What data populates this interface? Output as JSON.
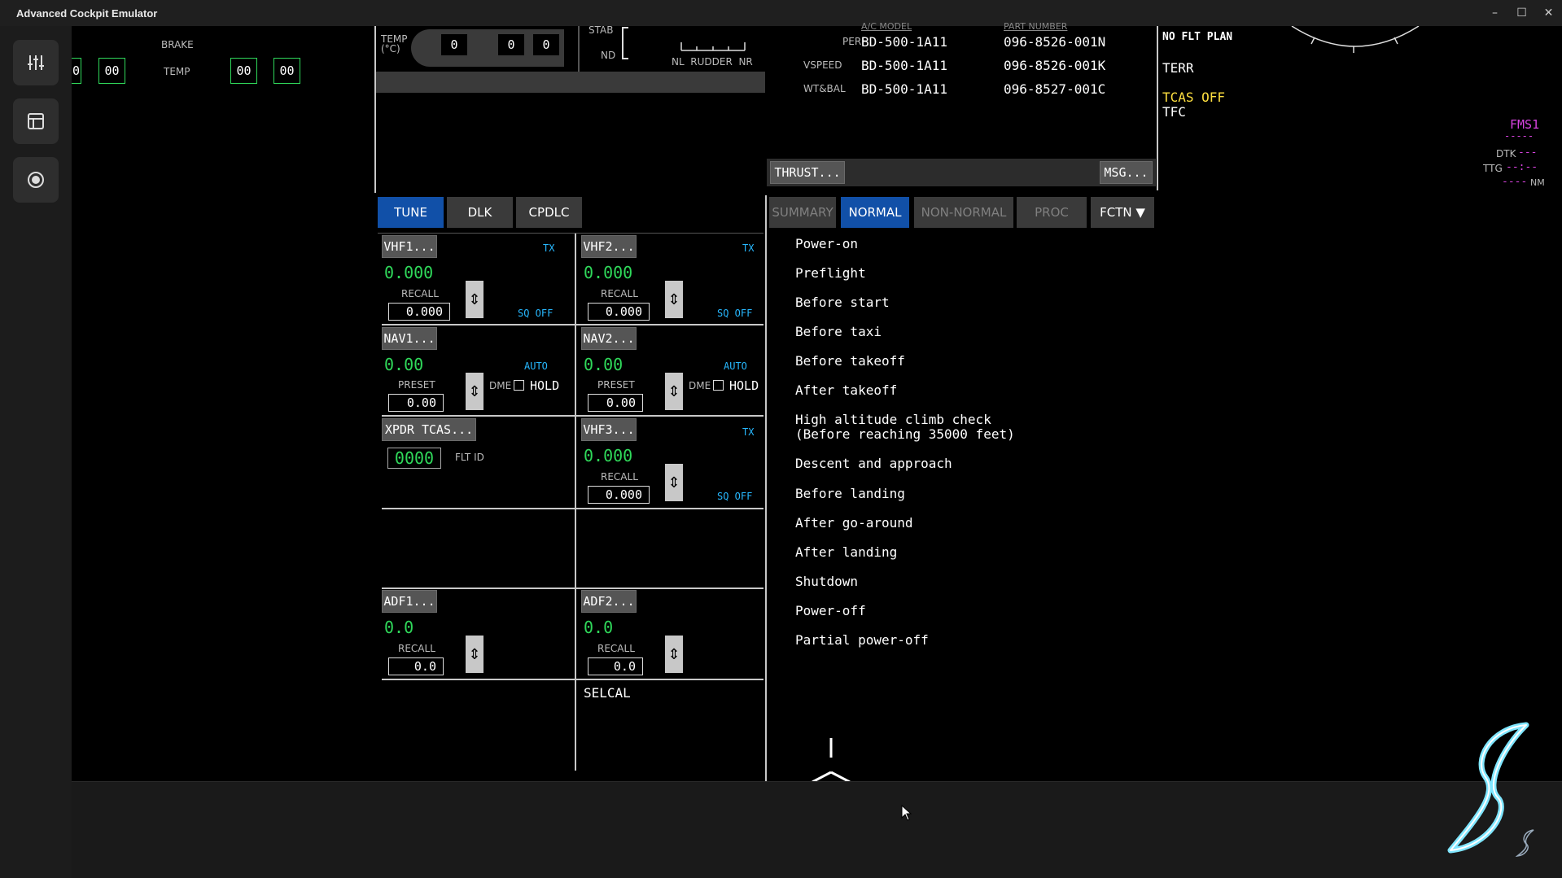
{
  "window": {
    "title": "Advanced Cockpit Emulator",
    "min": "–",
    "max": "☐",
    "close": "✕"
  },
  "rail": {
    "items": [
      "sliders-icon",
      "layout-icon",
      "record-icon"
    ]
  },
  "top_left": {
    "brake_label": "BRAKE",
    "temp_label": "TEMP",
    "values": [
      "0",
      "00",
      "00",
      "00"
    ]
  },
  "engine": {
    "temp_label": "TEMP\n(°C)",
    "temp_values": [
      "0",
      "0",
      "0"
    ],
    "stab_label": "STAB",
    "nd_label": "ND",
    "rudder_label": "NL  RUDDER  NR"
  },
  "parts": {
    "header_model": "A/C MODEL",
    "header_part": "PART NUMBER",
    "rows": [
      {
        "name": "PERF",
        "model": "BD-500-1A11",
        "part": "096-8526-001N"
      },
      {
        "name": "VSPEED",
        "model": "BD-500-1A11",
        "part": "096-8526-001K"
      },
      {
        "name": "WT&BAL",
        "model": "BD-500-1A11",
        "part": "096-8527-001C"
      }
    ],
    "thrust_btn": "THRUST...",
    "msg_btn": "MSG..."
  },
  "nav_display": {
    "no_flt_plan": "NO FLT PLAN",
    "terr": "TERR",
    "tcas_off": "TCAS OFF",
    "tfc": "TFC",
    "fms": "FMS1",
    "fms_dash": "-----",
    "dtk": "DTK",
    "dtk_val": "---",
    "ttg": "TTG",
    "ttg_val": "--:--",
    "nm_val": "----",
    "nm": "NM"
  },
  "radio": {
    "tabs": [
      "TUNE",
      "DLK",
      "CPDLC"
    ],
    "vhf1": {
      "label": "VHF1...",
      "tx": "TX",
      "freq": "0.000",
      "recall": "RECALL",
      "recall_val": "0.000",
      "sq": "SQ OFF"
    },
    "vhf2": {
      "label": "VHF2...",
      "tx": "TX",
      "freq": "0.000",
      "recall": "RECALL",
      "recall_val": "0.000",
      "sq": "SQ OFF"
    },
    "nav1": {
      "label": "NAV1...",
      "auto": "AUTO",
      "freq": "0.00",
      "preset": "PRESET",
      "preset_val": "0.00",
      "dme": "DME",
      "hold": "HOLD"
    },
    "nav2": {
      "label": "NAV2...",
      "auto": "AUTO",
      "freq": "0.00",
      "preset": "PRESET",
      "preset_val": "0.00",
      "dme": "DME",
      "hold": "HOLD"
    },
    "xpdr": {
      "label": "XPDR TCAS...",
      "code": "0000",
      "flt_id": "FLT ID"
    },
    "vhf3": {
      "label": "VHF3...",
      "tx": "TX",
      "freq": "0.000",
      "recall": "RECALL",
      "recall_val": "0.000",
      "sq": "SQ OFF"
    },
    "adf1": {
      "label": "ADF1...",
      "freq": "0.0",
      "recall": "RECALL",
      "recall_val": "0.0"
    },
    "adf2": {
      "label": "ADF2...",
      "freq": "0.0",
      "recall": "RECALL",
      "recall_val": "0.0"
    },
    "selcal": "SELCAL"
  },
  "checklist": {
    "tabs": [
      "SUMMARY",
      "NORMAL",
      "NON-NORMAL",
      "PROC",
      "FCTN ▼"
    ],
    "items": [
      "Power-on",
      "Preflight",
      "Before start",
      "Before taxi",
      "Before takeoff",
      "After takeoff",
      "High altitude climb check\n(Before reaching 35000 feet)",
      "Descent and approach",
      "Before landing",
      "After go-around",
      "After landing",
      "Shutdown",
      "Power-off",
      "Partial power-off"
    ]
  }
}
